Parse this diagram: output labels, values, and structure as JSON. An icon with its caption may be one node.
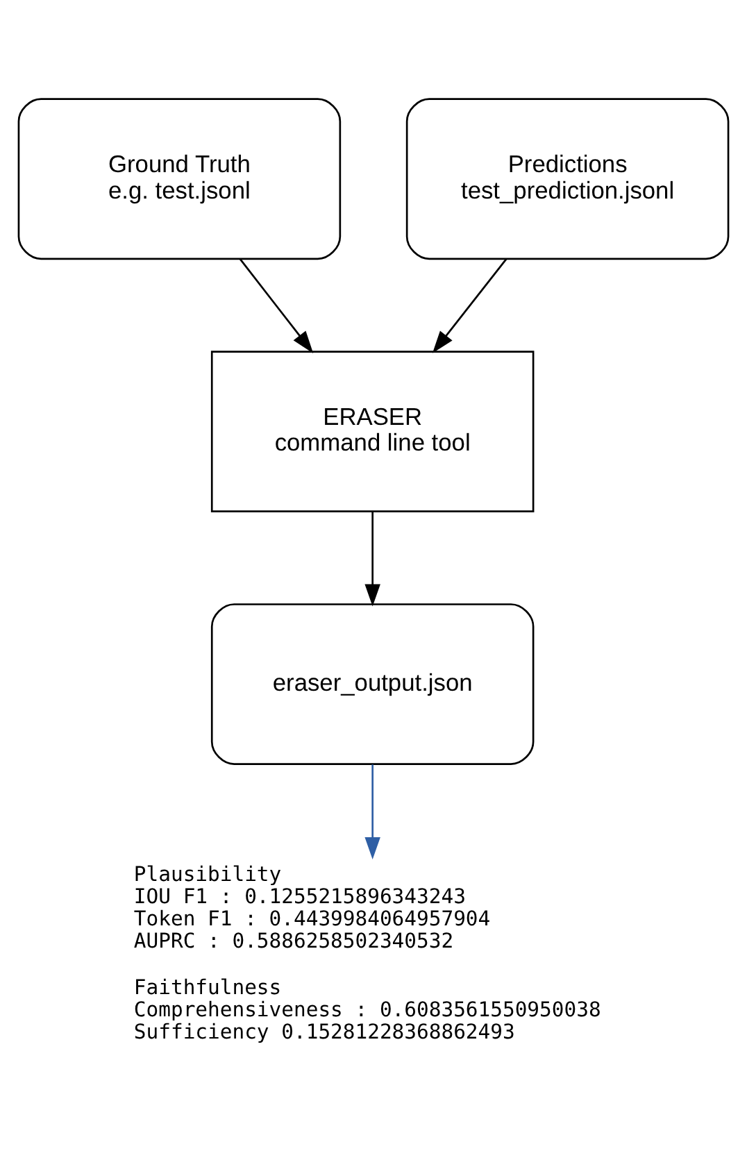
{
  "diagram": {
    "nodes": [
      {
        "text": [
          "Ground Truth",
          "e.g. test.jsonl"
        ]
      },
      {
        "text": [
          "Predictions",
          "test_prediction.jsonl"
        ]
      },
      {
        "text": [
          "ERASER",
          "command line tool"
        ]
      },
      {
        "text": [
          "eraser_output.json"
        ]
      },
      {
        "text": [
          "Plausibility",
          "IOU F1 : 0.1255215896343243",
          "Token F1 : 0.4439984064957904",
          "AUPRC : 0.5886258502340532",
          "Faithfulness",
          "Comprehensiveness : 0.6083561550950038",
          "Sufficiency 0.15281228368862493"
        ]
      }
    ],
    "edges": [
      {
        "from": 0,
        "to": 2,
        "arrow": "to"
      },
      {
        "from": 1,
        "to": 2,
        "arrow": "to"
      },
      {
        "from": 2,
        "to": 3,
        "arrow": "to"
      },
      {
        "from": 3,
        "to": 4,
        "arrow": "to",
        "color": "#2f5fa5"
      }
    ]
  }
}
